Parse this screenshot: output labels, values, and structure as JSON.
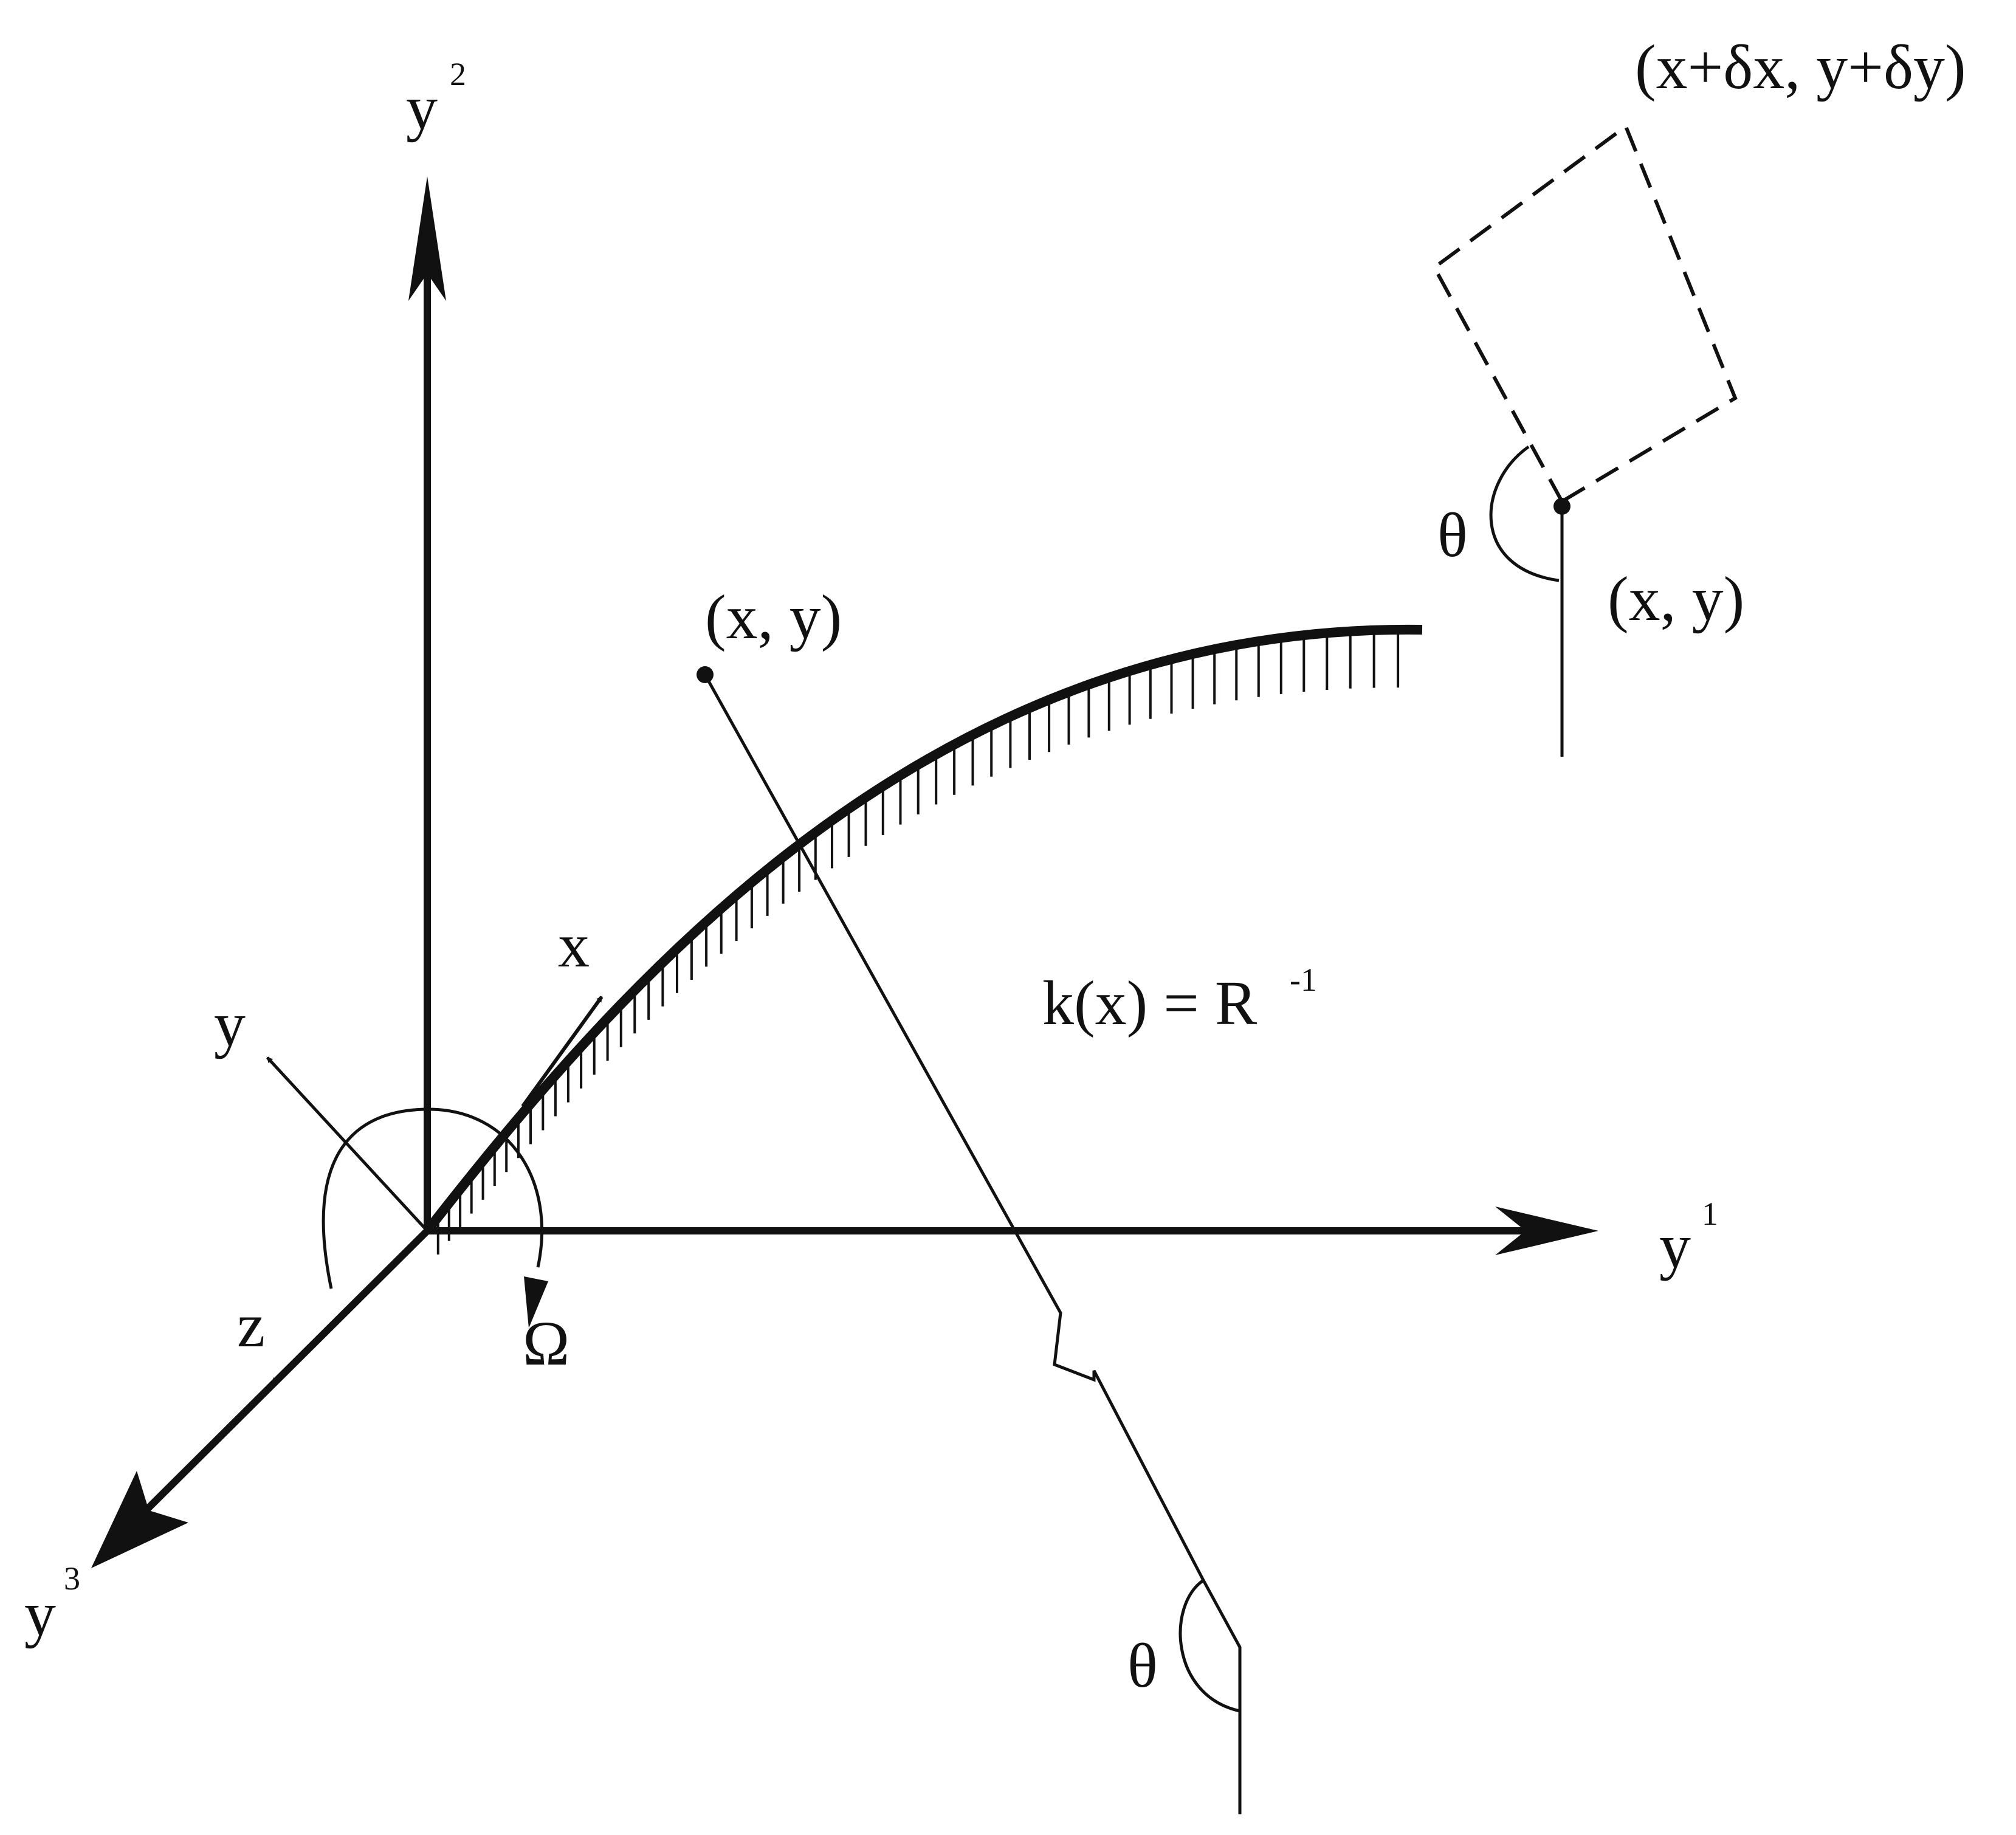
{
  "labels": {
    "axis_y1": "y",
    "axis_y1_sup": "1",
    "axis_y2": "y",
    "axis_y2_sup": "2",
    "axis_y3": "y",
    "axis_y3_sup": "3",
    "local_x": "x",
    "local_y": "y",
    "local_z": "z",
    "omega": "Ω",
    "point_xy": "(x, y)",
    "curvature_eq": "k(x) = R",
    "curvature_sup": "-1",
    "theta_bottom": "θ",
    "theta_inset": "θ",
    "inset_point": "(x, y)",
    "inset_corner": "(x+δx, y+δy)"
  },
  "colors": {
    "ink": "#111111",
    "background": "#ffffff"
  }
}
